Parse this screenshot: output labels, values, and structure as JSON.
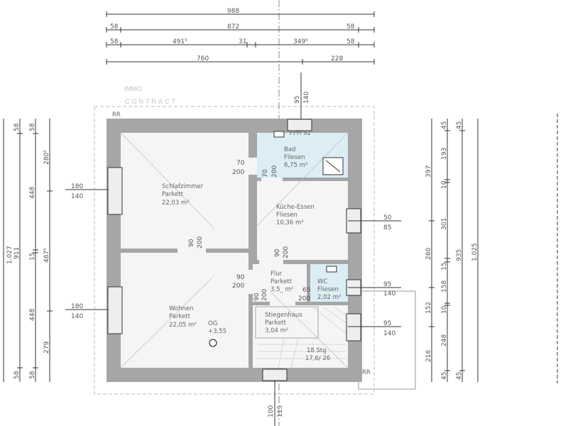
{
  "colors": {
    "wall": "#a6a6a6",
    "floor": "#f5f5f5",
    "wet_room": "#dcedf4",
    "dimension": "#333333"
  },
  "watermark": {
    "line1": "IMMO",
    "line2": "CONTRACT"
  },
  "dimensions": {
    "top": {
      "row1": [
        "988"
      ],
      "row2": [
        "58",
        "872",
        "58"
      ],
      "row3": [
        "58",
        "491⁵",
        "31",
        "349⁵",
        "58"
      ],
      "row4": [
        "760",
        "228"
      ]
    },
    "left": {
      "col1": [
        "1.027"
      ],
      "col2": [
        "58",
        "911",
        "58"
      ],
      "col3": [
        "58",
        "448",
        "15",
        "448",
        "58"
      ],
      "col4": [
        "280⁵",
        "467⁵",
        "279"
      ]
    },
    "right": {
      "col1": [
        "397",
        "260",
        "152",
        "216"
      ],
      "col2": [
        "45",
        "193",
        "10",
        "301",
        "15",
        "158",
        "10",
        "248",
        "45"
      ],
      "col3": [
        "45",
        "935",
        "45"
      ],
      "col4": [
        "1.025"
      ]
    }
  },
  "windows": [
    {
      "width": "180",
      "height": "140"
    },
    {
      "width": "180",
      "height": "140"
    },
    {
      "width": "95",
      "height": "140"
    },
    {
      "width": "50",
      "height": "85"
    },
    {
      "width": "95",
      "height": "140"
    },
    {
      "width": "95",
      "height": "140"
    },
    {
      "width": "100",
      "height": "115"
    }
  ],
  "doors": [
    {
      "width": "70",
      "height": "200"
    },
    {
      "width": "70",
      "height": "200"
    },
    {
      "width": "90",
      "height": "200"
    },
    {
      "width": "90",
      "height": "200"
    },
    {
      "width": "90",
      "height": "200"
    },
    {
      "width": "90",
      "height": "200"
    },
    {
      "width": "65",
      "height": "200"
    }
  ],
  "rooms": [
    {
      "name": "Schlafzimmer",
      "floor": "Parkett",
      "area": "22,03 m²"
    },
    {
      "name": "Bad",
      "floor": "Fliesen",
      "area": "6,75 m²"
    },
    {
      "name": "Küche-Essen",
      "floor": "Fliesen",
      "area": "10,36 m²"
    },
    {
      "name": "Wohnen",
      "floor": "Parkett",
      "area": "22,05 m²"
    },
    {
      "name": "Flur",
      "floor": "Parkett",
      "area": "3,5_ m²"
    },
    {
      "name": "WC",
      "floor": "Fliesen",
      "area": "2,02 m²"
    },
    {
      "name": "Stiegenhaus",
      "floor": "Parkett",
      "area": "3,04 m²"
    }
  ],
  "level": {
    "name": "OG",
    "height": "+3,55"
  },
  "stairs": {
    "steps": "18 Stg",
    "ratio": "17,6/ 26"
  },
  "labels": {
    "rr": "RR",
    "fph": "FPH 92"
  }
}
